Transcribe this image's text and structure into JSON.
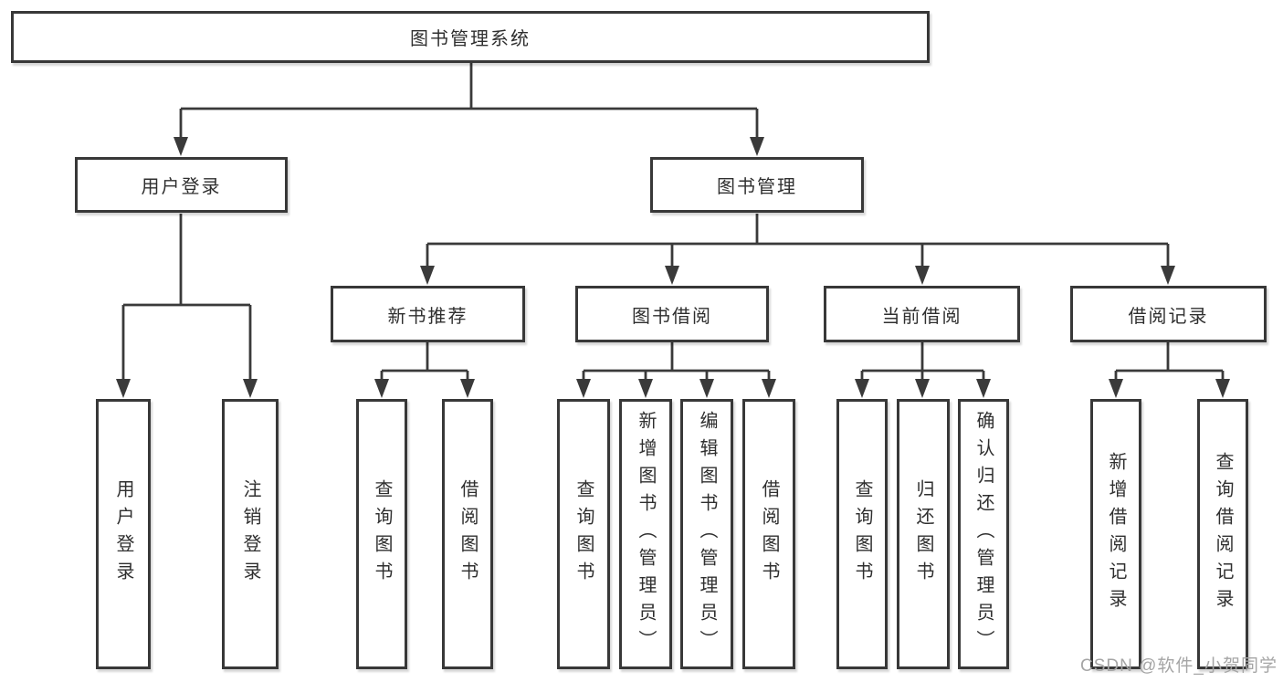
{
  "tree": {
    "root": {
      "label": "图书管理系统"
    },
    "children": [
      {
        "label": "用户登录",
        "children": [
          {
            "label": "用户登录"
          },
          {
            "label": "注销登录"
          }
        ]
      },
      {
        "label": "图书管理",
        "children": [
          {
            "label": "新书推荐",
            "children": [
              {
                "label": "查询图书"
              },
              {
                "label": "借阅图书"
              }
            ]
          },
          {
            "label": "图书借阅",
            "children": [
              {
                "label": "查询图书"
              },
              {
                "label": "新增图书（管理员）"
              },
              {
                "label": "编辑图书（管理员）"
              },
              {
                "label": "借阅图书"
              }
            ]
          },
          {
            "label": "当前借阅",
            "children": [
              {
                "label": "查询图书"
              },
              {
                "label": "归还图书"
              },
              {
                "label": "确认归还（管理员）"
              }
            ]
          },
          {
            "label": "借阅记录",
            "children": [
              {
                "label": "新增借阅记录"
              },
              {
                "label": "查询借阅记录"
              }
            ]
          }
        ]
      }
    ]
  },
  "watermark": {
    "text": "CSDN @软件_小贺同学"
  },
  "colors": {
    "background": "#ffffff",
    "line": "#3a3a3a",
    "border": "#383838",
    "text": "#2f2f2f",
    "watermark": "#a5a5a5"
  }
}
